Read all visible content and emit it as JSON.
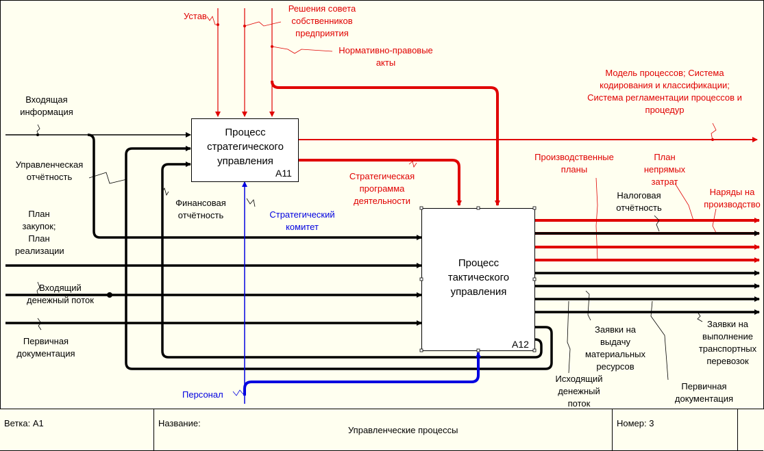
{
  "boxes": {
    "a11": {
      "title": [
        "Процесс",
        "стратегического",
        "управления"
      ],
      "number": "A11"
    },
    "a12": {
      "title": [
        "Процесс",
        "тактического",
        "управления"
      ],
      "number": "A12"
    }
  },
  "labels": {
    "ustav": "Устав",
    "resh": [
      "Решения совета",
      "собственников",
      "предприятия"
    ],
    "norm": [
      "Нормативно-правовые",
      "акты"
    ],
    "vhinfo": [
      "Входящая",
      "информация"
    ],
    "upr_otch": [
      "Управленческая",
      "отчётность"
    ],
    "fin_otch": [
      "Финансовая",
      "отчётность"
    ],
    "plan_zak": [
      "План",
      "закупок;",
      "План",
      "реализации"
    ],
    "vh_den": [
      "Входящий",
      "денежный поток"
    ],
    "perv_doc_in": [
      "Первичная",
      "документация"
    ],
    "strat_kom": [
      "Стратегический",
      "комитет"
    ],
    "strat_prog": [
      "Стратегическая",
      "программа",
      "деятельности"
    ],
    "personal": "Персонал",
    "model": [
      "Модель процессов; Система",
      "кодирования и классификации;",
      "Система регламентации процессов и",
      "процедур"
    ],
    "proizv": [
      "Производственные",
      "планы"
    ],
    "plan_neprym": [
      "План",
      "непрямых",
      "затрат"
    ],
    "naryady": [
      "Наряды на",
      "производство"
    ],
    "nalog": [
      "Налоговая",
      "отчётность"
    ],
    "zayav_vyd": [
      "Заявки на",
      "выдачу",
      "материальных",
      "ресурсов"
    ],
    "zayav_vyp": [
      "Заявки на",
      "выполнение",
      "транспортных",
      "перевозок"
    ],
    "ish_den": [
      "Исходящий",
      "денежный",
      "поток"
    ],
    "perv_doc_out": [
      "Первичная",
      "документация"
    ]
  },
  "footer": {
    "branch": "Ветка: А1",
    "name_label": "Название:",
    "name_value": "Управленческие процессы",
    "number": "Номер: 3"
  },
  "colors": {
    "control": "#e00000",
    "mechanism": "#0000e0",
    "flow": "#000000",
    "background": "#fffff0"
  }
}
